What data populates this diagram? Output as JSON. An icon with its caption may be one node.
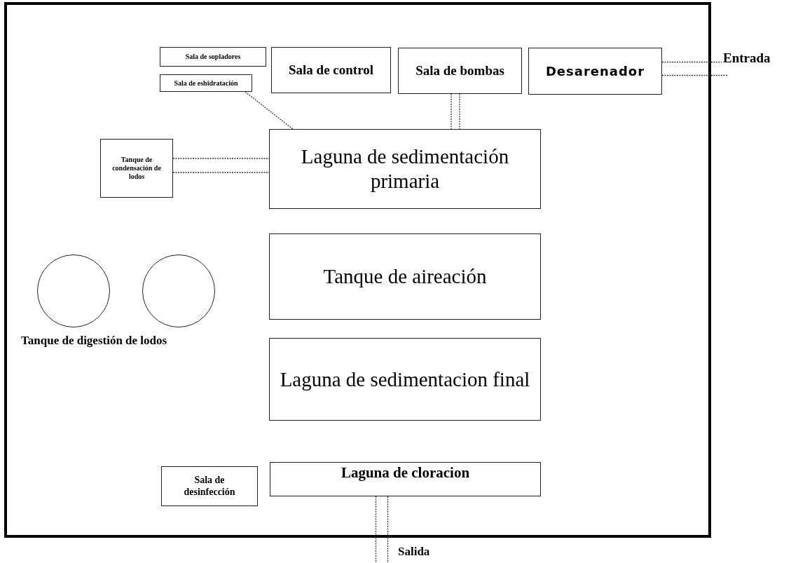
{
  "diagram": {
    "nodes": [
      {
        "text": [
          "Sala de sopladores"
        ]
      },
      {
        "text": [
          "Sala de eshidratación"
        ]
      },
      {
        "text": [
          "Sala de control"
        ]
      },
      {
        "text": [
          "Sala de bombas"
        ]
      },
      {
        "text": [
          "Desarenador"
        ]
      },
      {
        "text": [
          "Tanque de condensación de lodos"
        ]
      },
      {
        "text": [
          "Laguna de sedimentación primaria"
        ]
      },
      {
        "text": [],
        "shape": "circle"
      },
      {
        "text": [],
        "shape": "circle"
      },
      {
        "text": [
          "Tanque de aireación"
        ]
      },
      {
        "text": [
          "Laguna de sedimentacion final"
        ]
      },
      {
        "text": [
          "Sala de desinfección"
        ]
      },
      {
        "text": [
          "Laguna de cloracion"
        ]
      }
    ],
    "edges": [
      {
        "from": null,
        "to": 4,
        "arrow": "none",
        "style": "dashed"
      },
      {
        "from": 3,
        "to": 6,
        "arrow": "none",
        "style": "dashed"
      },
      {
        "from": 1,
        "to": 6,
        "arrow": "none",
        "style": "dashed"
      },
      {
        "from": 5,
        "to": 6,
        "arrow": "none",
        "style": "dashed"
      },
      {
        "from": 12,
        "to": null,
        "arrow": "none",
        "style": "dashed"
      }
    ],
    "labels": [
      "Entrada",
      "Tanque de digestión de lodos",
      "Salida"
    ]
  }
}
